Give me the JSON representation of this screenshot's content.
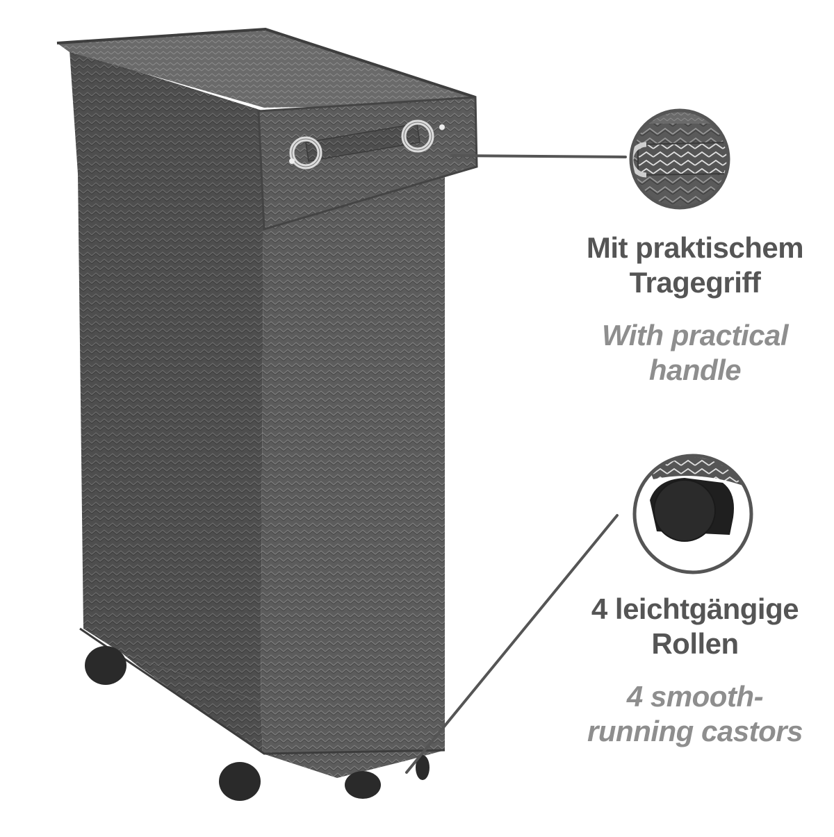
{
  "product": {
    "name": "slim laundry basket with lid, handle and castors",
    "colors": {
      "fabric_base": "#5c5c5c",
      "fabric_dark": "#4a4a4a",
      "fabric_light": "#6e6e6e",
      "castor": "#2a2a2a",
      "grommet": "#d8d8d8",
      "connector_line": "#555555",
      "callout_ring": "#555555"
    }
  },
  "callouts": [
    {
      "id": "handle",
      "icon": "handle-detail-icon",
      "title_de": [
        "Mit praktischem",
        "Tragegriff"
      ],
      "title_en": [
        "With practical",
        "handle"
      ]
    },
    {
      "id": "castors",
      "icon": "castor-detail-icon",
      "title_de": [
        "4 leichtgängige",
        "Rollen"
      ],
      "title_en": [
        "4 smooth-",
        "running castors"
      ]
    }
  ],
  "styles": {
    "de_color": "#555555",
    "en_color": "#8e8e8e"
  }
}
